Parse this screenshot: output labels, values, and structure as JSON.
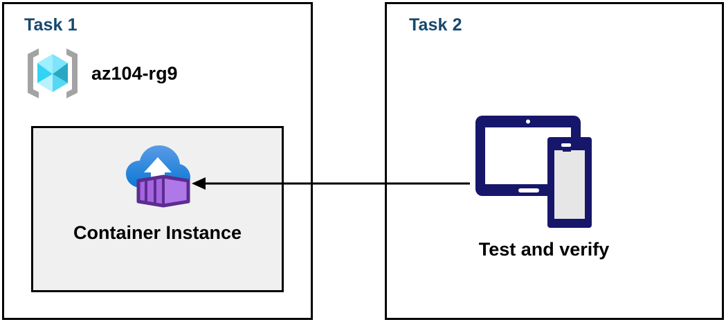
{
  "diagram": {
    "title": "Azure Container Instance task diagram",
    "colors": {
      "panel_border": "#000000",
      "task_title": "#15486e",
      "resource_box_fill": "#f0f0f0",
      "arrow": "#000000",
      "device_navy": "#16166b",
      "device_screen_gray": "#e6e6e6",
      "container_purple": "#b07ae8",
      "container_purple_dark": "#5c2d91",
      "cloud_blue_top": "#5b9be6",
      "cloud_blue_bottom": "#0a78d4",
      "cube_cyan": "#50e6ff",
      "bracket_gray": "#a0a0a0"
    }
  },
  "panels": [
    {
      "id": "task-1",
      "title": "Task 1",
      "resource_group": {
        "icon": "resource-group-cube-icon",
        "label": "az104-rg9"
      },
      "resource": {
        "icon": "container-instance-icon",
        "label": "Container Instance"
      }
    },
    {
      "id": "task-2",
      "title": "Task 2",
      "devices": {
        "icon": "tablet-and-phone-icon",
        "label": "Test and verify"
      }
    }
  ],
  "arrow": {
    "name": "flow-arrow-task2-to-task1",
    "direction": "right-to-left",
    "from": "Test and verify",
    "to": "Container Instance"
  }
}
